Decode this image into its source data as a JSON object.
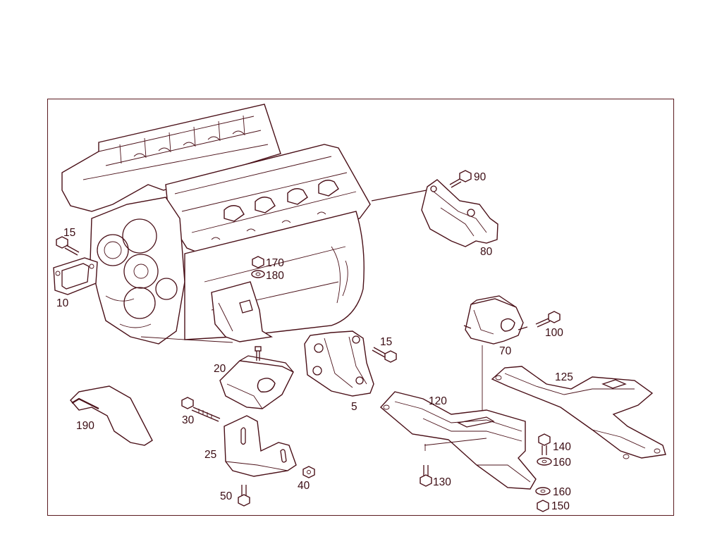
{
  "diagram": {
    "labels": {
      "l5": "5",
      "l10": "10",
      "l15a": "15",
      "l15b": "15",
      "l20": "20",
      "l25": "25",
      "l30": "30",
      "l40": "40",
      "l50": "50",
      "l70": "70",
      "l80": "80",
      "l90": "90",
      "l100": "100",
      "l120": "120",
      "l125": "125",
      "l130": "130",
      "l140": "140",
      "l150": "150",
      "l160a": "160",
      "l160b": "160",
      "l170": "170",
      "l180": "180",
      "l190": "190"
    }
  },
  "colors": {
    "line": "#4a1018",
    "text": "#3a0b12",
    "frame": "#5a1a1f",
    "background": "#ffffff"
  }
}
